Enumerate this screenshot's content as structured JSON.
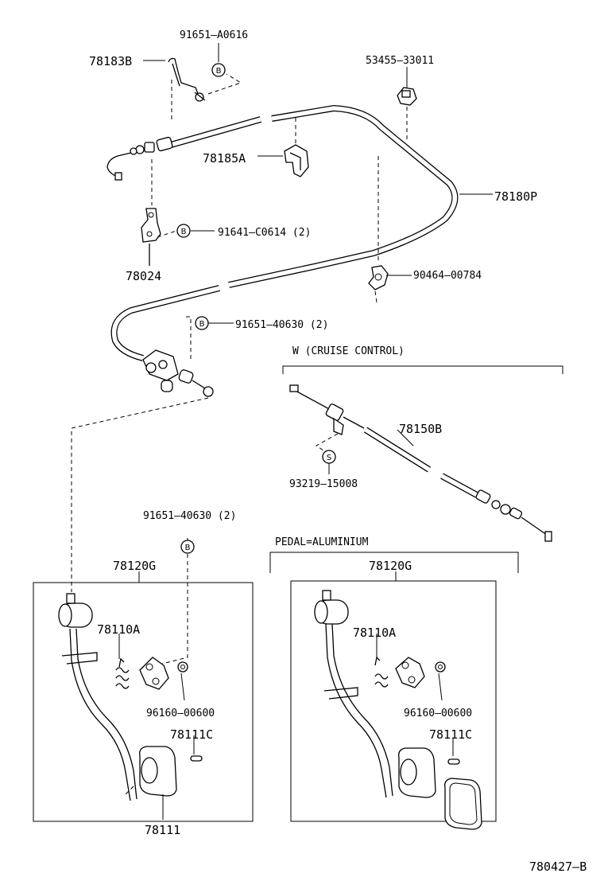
{
  "labels": {
    "p91651_A0616": "91651–A0616",
    "p78183B": "78183B",
    "p53455_33011": "53455–33011",
    "p78185A": "78185A",
    "p78180P": "78180P",
    "p91641_C0614": "91641–C0614 (2)",
    "p78024": "78024",
    "p90464_00784": "90464–00784",
    "p91651_40630_top": "91651–40630 (2)",
    "cruise_header": "W (CRUISE CONTROL)",
    "p78150B": "78150B",
    "p93219_15008": "93219–15008",
    "p91651_40630_mid": "91651–40630 (2)",
    "pedal_header": "PEDAL=ALUMINIUM",
    "p78120G_left": "78120G",
    "p78120G_right": "78120G",
    "p78110A_left": "78110A",
    "p78110A_right": "78110A",
    "p96160_00600_left": "96160–00600",
    "p96160_00600_right": "96160–00600",
    "p78111C_left": "78111C",
    "p78111C_right": "78111C",
    "p78111": "78111",
    "diagram_id": "780427–B"
  },
  "markers": {
    "b": "B",
    "s": "S"
  }
}
